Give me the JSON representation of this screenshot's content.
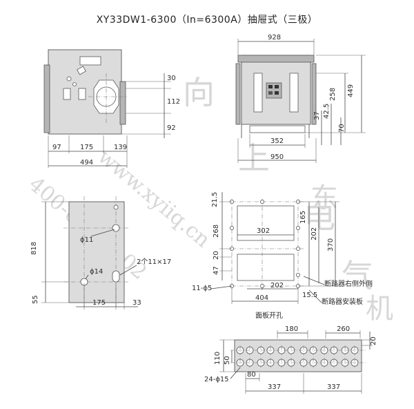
{
  "title": "XY33DW1-6300（In=6300A）抽屉式（三极）",
  "front_view": {
    "dims": {
      "d97": "97",
      "d175": "175",
      "d139": "139",
      "d494": "494",
      "d30": "30",
      "d112": "112",
      "d92": "92"
    }
  },
  "side_view": {
    "dims": {
      "d928": "928",
      "d950": "950",
      "d352": "352",
      "d258": "258",
      "d449": "449",
      "d37": "37",
      "d42_5": "42.5",
      "d70": "70"
    }
  },
  "mounting_view": {
    "dims": {
      "d818": "818",
      "d55": "55",
      "d175": "175",
      "d33": "33"
    },
    "hole_labels": {
      "phi11": "ϕ11",
      "phi14": "ϕ14",
      "slots": "2个11×17"
    }
  },
  "panel_cutout": {
    "dims": {
      "d21_5": "21.5",
      "d165": "165",
      "d268": "268",
      "d302": "302",
      "d370": "370",
      "d202_v": "202",
      "d20": "20",
      "d47": "47",
      "d202": "202",
      "d404": "404",
      "d15_5": "15.5"
    },
    "hole_note": "11-ϕ5",
    "note_outer": "断路器右侧外侧",
    "note_mount": "断路器安装板",
    "caption": "面板开孔"
  },
  "terminal_view": {
    "dims": {
      "d180": "180",
      "d260": "260",
      "d20": "20",
      "d50": "50",
      "d110": "110",
      "d80": "80",
      "d337a": "337",
      "d337b": "337"
    },
    "hole_note": "24-ϕ15"
  },
  "watermark": {
    "url": "www.xyiiq.cn",
    "phone": "400-6868-102",
    "chars": [
      "向",
      "上",
      "电",
      "气",
      "机",
      "东"
    ]
  }
}
